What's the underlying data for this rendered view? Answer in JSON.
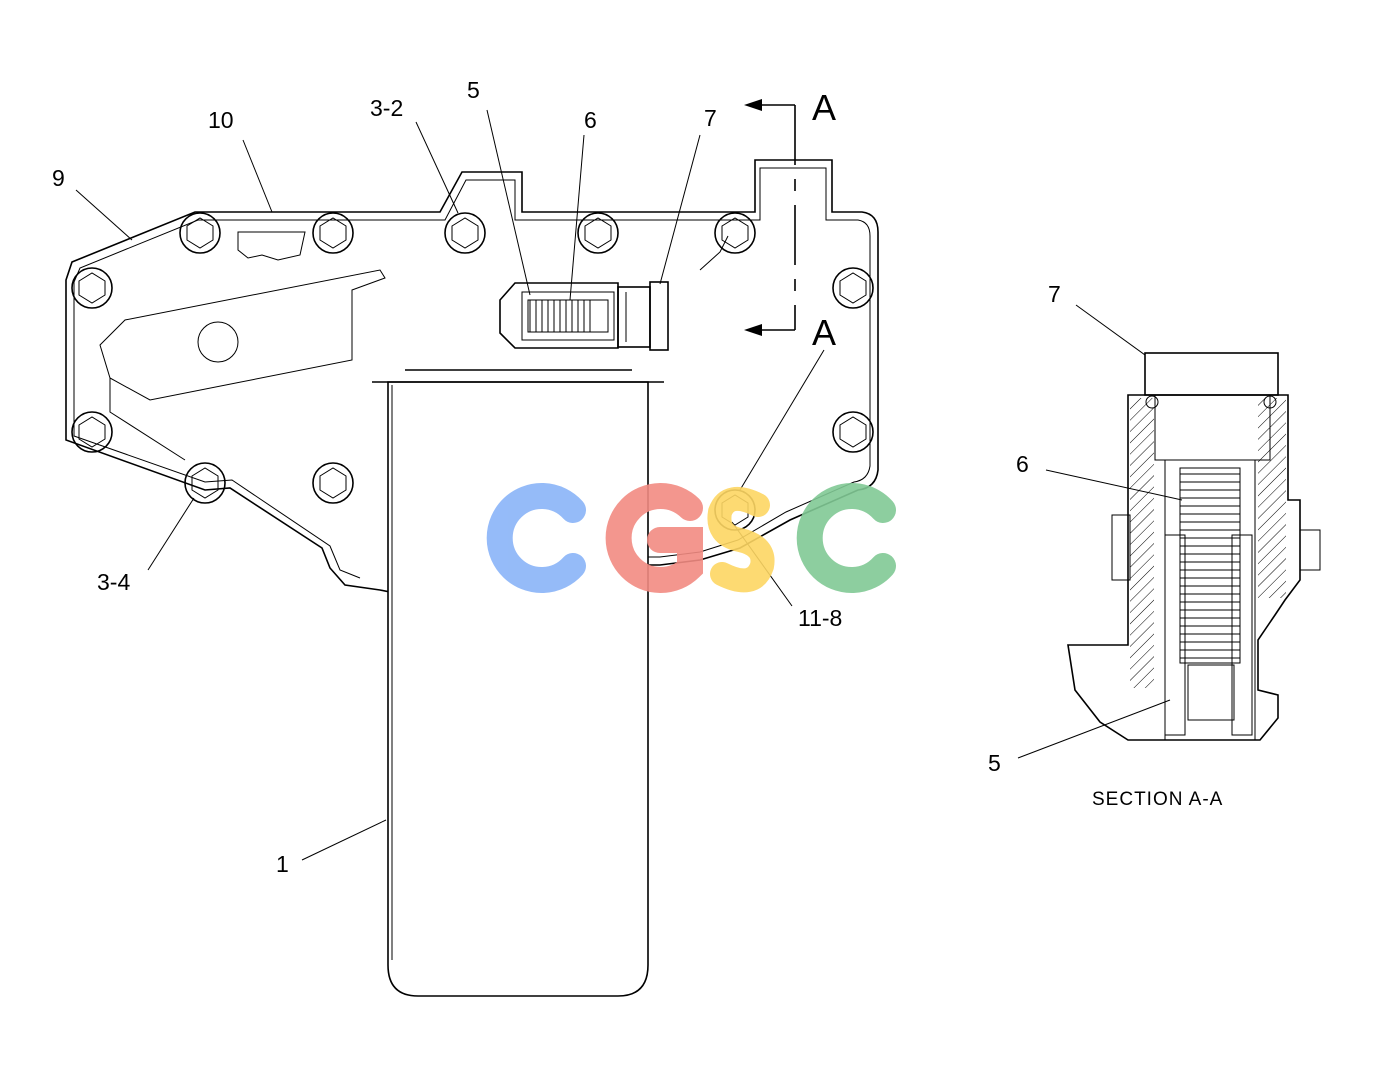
{
  "callouts": {
    "c10": "10",
    "c9": "9",
    "c3_2": "3-2",
    "c5": "5",
    "c6": "6",
    "c7": "7",
    "c3_4": "3-4",
    "c11_8": "11-8",
    "c1": "1"
  },
  "section_marks": {
    "top": "A",
    "bottom": "A"
  },
  "section_view": {
    "c7": "7",
    "c6": "6",
    "c5": "5",
    "title": "SECTION A-A"
  },
  "watermark": {
    "text": "CGSC",
    "colors": [
      "#8ab4f8",
      "#f28b82",
      "#fdd663",
      "#81c995"
    ]
  }
}
